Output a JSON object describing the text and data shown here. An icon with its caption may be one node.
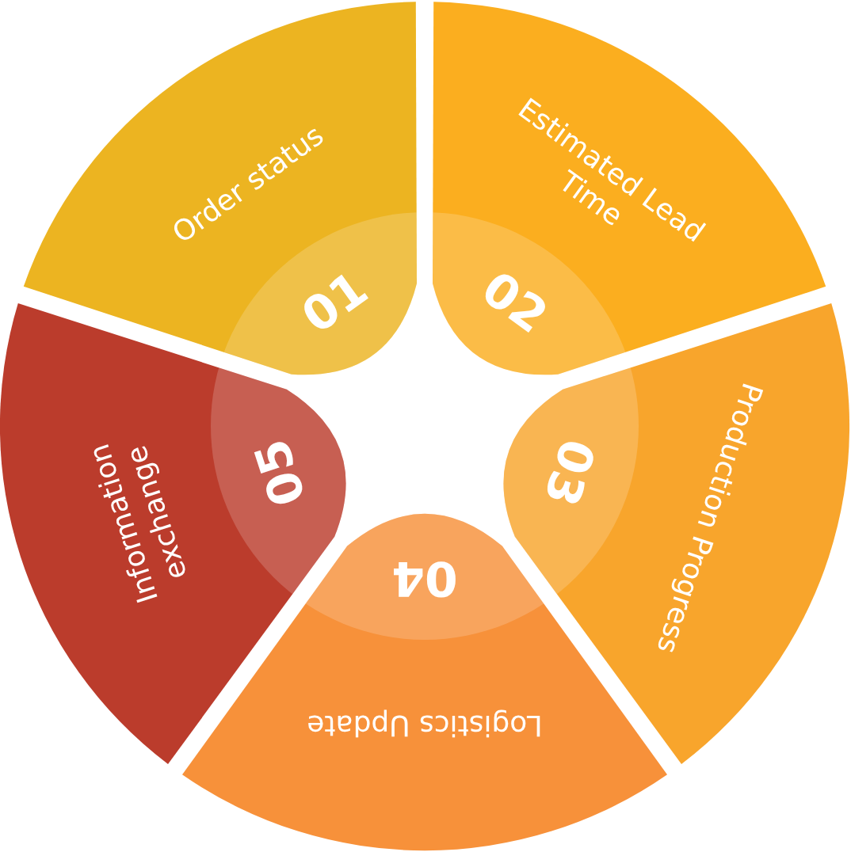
{
  "diagram": {
    "nodes": [
      {
        "text": [
          "01",
          "Order status"
        ]
      },
      {
        "text": [
          "02",
          "Estimated Lead Time"
        ]
      },
      {
        "text": [
          "03",
          "Production Progress"
        ]
      },
      {
        "text": [
          "04",
          "Logistics Update"
        ]
      },
      {
        "text": [
          "05",
          "Information exchange"
        ]
      }
    ]
  }
}
